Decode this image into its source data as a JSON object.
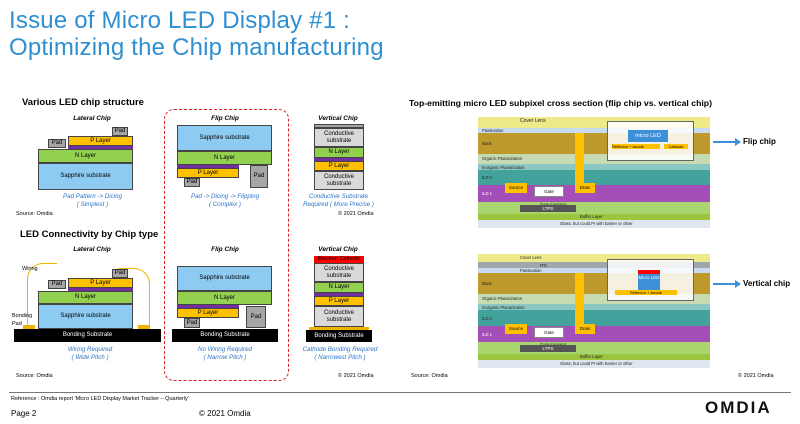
{
  "title_line1": "Issue of Micro LED Display #1 :",
  "title_line2": "Optimizing the Chip manufacturing",
  "left": {
    "structure_title": "Various LED chip structure",
    "connectivity_title": "LED Connectivity by Chip type",
    "lateral": "Lateral Chip",
    "flip": "Flip Chip",
    "vertical": "Vertical Chip",
    "sapphire": "Sapphire substrate",
    "n_layer": "N Layer",
    "p_layer": "P Layer",
    "pad": "Pad",
    "conductive": "Conductive substrate",
    "bonding_substrate": "Bonding Substrate",
    "electron_cathode": "Electron Cathode",
    "wiring": "Wiring",
    "bonding_pad": "Bonding Pad",
    "cap_lateral_1": "Pad Pattern -> Dicing",
    "cap_lateral_2": "( Simplest )",
    "cap_flip_1": "Pad -> Dicing -> Flipping",
    "cap_flip_2": "( Complex )",
    "cap_vert_1": "Conductive Substrate",
    "cap_vert_2": "Required ( More Precise )",
    "cap_wire_1": "Wiring Required",
    "cap_wire_2": "( Wide Pitch )",
    "cap_nowire_1": "No Wiring Required",
    "cap_nowire_2": "( Narrow Pitch )",
    "cap_cath_1": "Cathode Bonding Required",
    "cap_cath_2": "( Narrowest Pitch )",
    "source": "Source: Omdia",
    "copyright": "© 2021 Omdia"
  },
  "right": {
    "title": "Top-emitting micro LED subpixel cross section (flip chip vs. vertical chip)",
    "cover_lens": "Cover Lens",
    "passivation": "Passivation",
    "bank": "Bank",
    "organic_planarization": "Organic Planarization",
    "inorganic_planarization": "Inorganic Planarization",
    "ild2": "ILD 2",
    "ild1": "ILD 1",
    "source_lbl": "Source",
    "gate": "Gate",
    "drain": "Drain",
    "gate_insulator": "Gate Insulator",
    "ltps": "LTPS",
    "buffer_layer": "Buffer Layer",
    "glass": "Glass, but could PI with barrier or other",
    "ito": "ITO",
    "micro_led": "micro LED",
    "micro_led_short": "Micro LED",
    "reflector_anode": "Reflector + Anode",
    "cathode": "Cathode",
    "flip_label": "Flip chip",
    "vertical_label": "Vertical chip",
    "source": "Source: Omdia",
    "copyright": "© 2021 Omdia"
  },
  "reference": "Reference : Omdia report 'Micro LED Display Market Tracker – Quarterly'",
  "page": "Page 2",
  "footer_copyright": "© 2021 Omdia",
  "logo": "OMDIA"
}
